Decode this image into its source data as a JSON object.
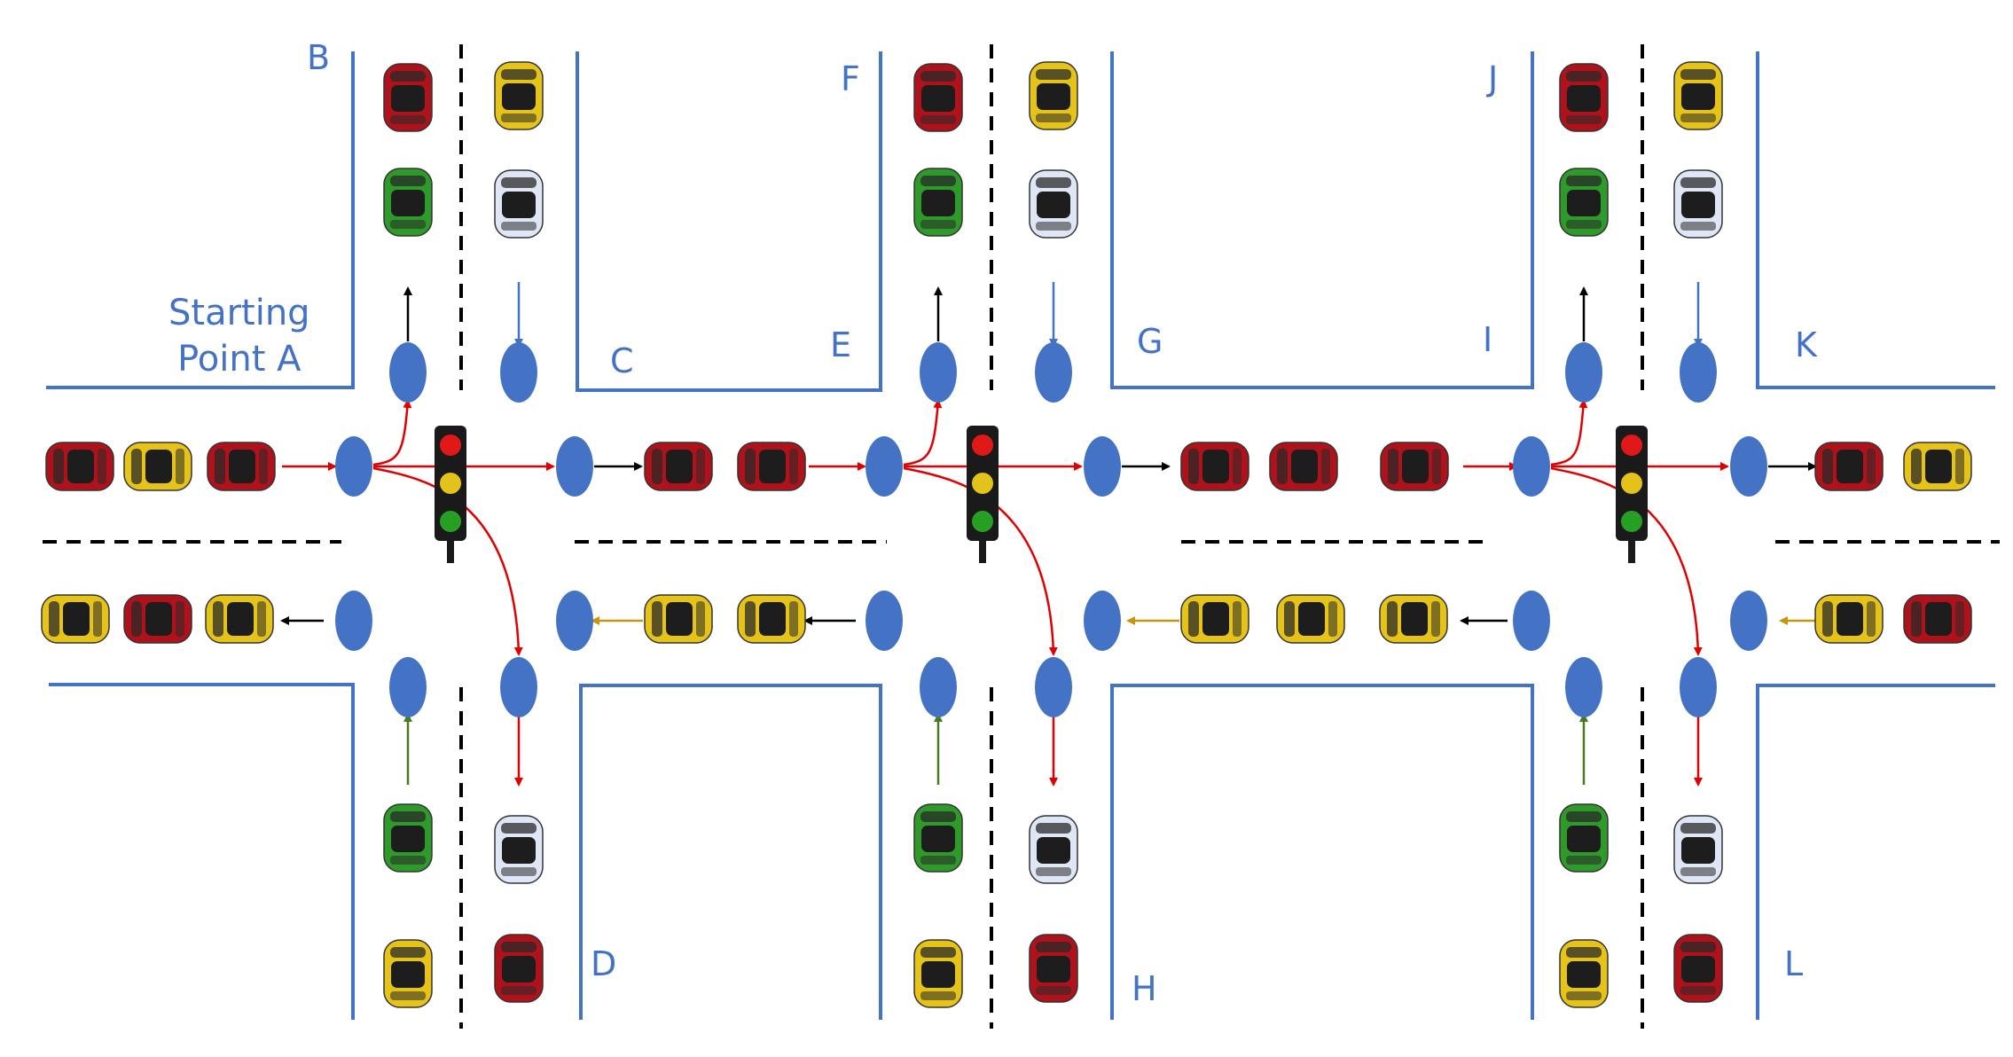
{
  "labels": {
    "start_line1": "Starting",
    "start_line2": "Point A",
    "B": "B",
    "C": "C",
    "D": "D",
    "E": "E",
    "F": "F",
    "G": "G",
    "H": "H",
    "I": "I",
    "J": "J",
    "K": "K",
    "L": "L"
  },
  "colors": {
    "road_edge": "#4472c4",
    "node": "#4472c4",
    "lane_divider": "#000000",
    "arrow_red": "#e00000",
    "arrow_black": "#000000",
    "arrow_blue": "#4472c4",
    "arrow_green": "#4a7a1e",
    "arrow_orange": "#c8960c",
    "car_red": "#b0121b",
    "car_yellow": "#e6c319",
    "car_green": "#2e9a2a",
    "car_white": "#dfe6f5",
    "light_body": "#1a1a1a",
    "light_red": "#e01818",
    "light_yellow": "#e3c21a",
    "light_green": "#25a025"
  },
  "intersections": [
    {
      "label_left_top": "B",
      "label_right_top": "C",
      "label_right_bottom": "D",
      "traffic_light": true
    },
    {
      "label_left_top": "F",
      "label_left_mid": "E",
      "label_right_top": "G",
      "label_right_bottom": "H",
      "traffic_light": true
    },
    {
      "label_left_top": "J",
      "label_left_mid": "I",
      "label_right_top": "K",
      "label_right_bottom": "L",
      "traffic_light": true
    }
  ],
  "vehicles": {
    "eastbound_lane": [
      "red",
      "yellow",
      "red",
      "red",
      "red",
      "red",
      "red",
      "red",
      "red",
      "yellow"
    ],
    "westbound_lane": [
      "yellow",
      "red",
      "yellow",
      "yellow",
      "yellow",
      "yellow",
      "yellow",
      "yellow",
      "yellow",
      "red"
    ],
    "northbound_top": [
      "red",
      "green",
      "red",
      "green",
      "red",
      "green"
    ],
    "southbound_top": [
      "yellow",
      "white",
      "yellow",
      "white",
      "yellow",
      "white"
    ],
    "northbound_bottom": [
      "green",
      "yellow",
      "green",
      "yellow",
      "green",
      "yellow"
    ],
    "southbound_bottom": [
      "white",
      "red",
      "white",
      "red",
      "white",
      "red"
    ]
  }
}
